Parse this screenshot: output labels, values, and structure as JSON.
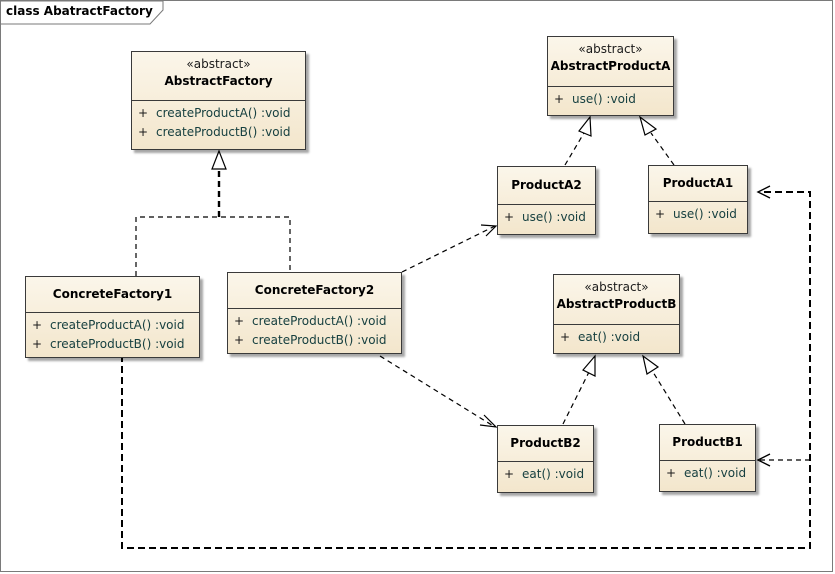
{
  "diagram": {
    "title": "class AbatractFactory"
  },
  "classes": {
    "abstract_factory": {
      "stereotype": "«abstract»",
      "name": "AbstractFactory",
      "ops": [
        {
          "vis": "+",
          "sig": "createProductA()  :void"
        },
        {
          "vis": "+",
          "sig": "createProductB()  :void"
        }
      ]
    },
    "abstract_product_a": {
      "stereotype": "«abstract»",
      "name": "AbstractProductA",
      "ops": [
        {
          "vis": "+",
          "sig": "use()  :void"
        }
      ]
    },
    "abstract_product_b": {
      "stereotype": "«abstract»",
      "name": "AbstractProductB",
      "ops": [
        {
          "vis": "+",
          "sig": "eat()  :void"
        }
      ]
    },
    "product_a2": {
      "name": "ProductA2",
      "ops": [
        {
          "vis": "+",
          "sig": "use()  :void"
        }
      ]
    },
    "product_a1": {
      "name": "ProductA1",
      "ops": [
        {
          "vis": "+",
          "sig": "use()  :void"
        }
      ]
    },
    "product_b2": {
      "name": "ProductB2",
      "ops": [
        {
          "vis": "+",
          "sig": "eat()  :void"
        }
      ]
    },
    "product_b1": {
      "name": "ProductB1",
      "ops": [
        {
          "vis": "+",
          "sig": "eat()  :void"
        }
      ]
    },
    "concrete_factory1": {
      "name": "ConcreteFactory1",
      "ops": [
        {
          "vis": "+",
          "sig": "createProductA()  :void"
        },
        {
          "vis": "+",
          "sig": "createProductB()  :void"
        }
      ]
    },
    "concrete_factory2": {
      "name": "ConcreteFactory2",
      "ops": [
        {
          "vis": "+",
          "sig": "createProductA()  :void"
        },
        {
          "vis": "+",
          "sig": "createProductB()  :void"
        }
      ]
    }
  }
}
